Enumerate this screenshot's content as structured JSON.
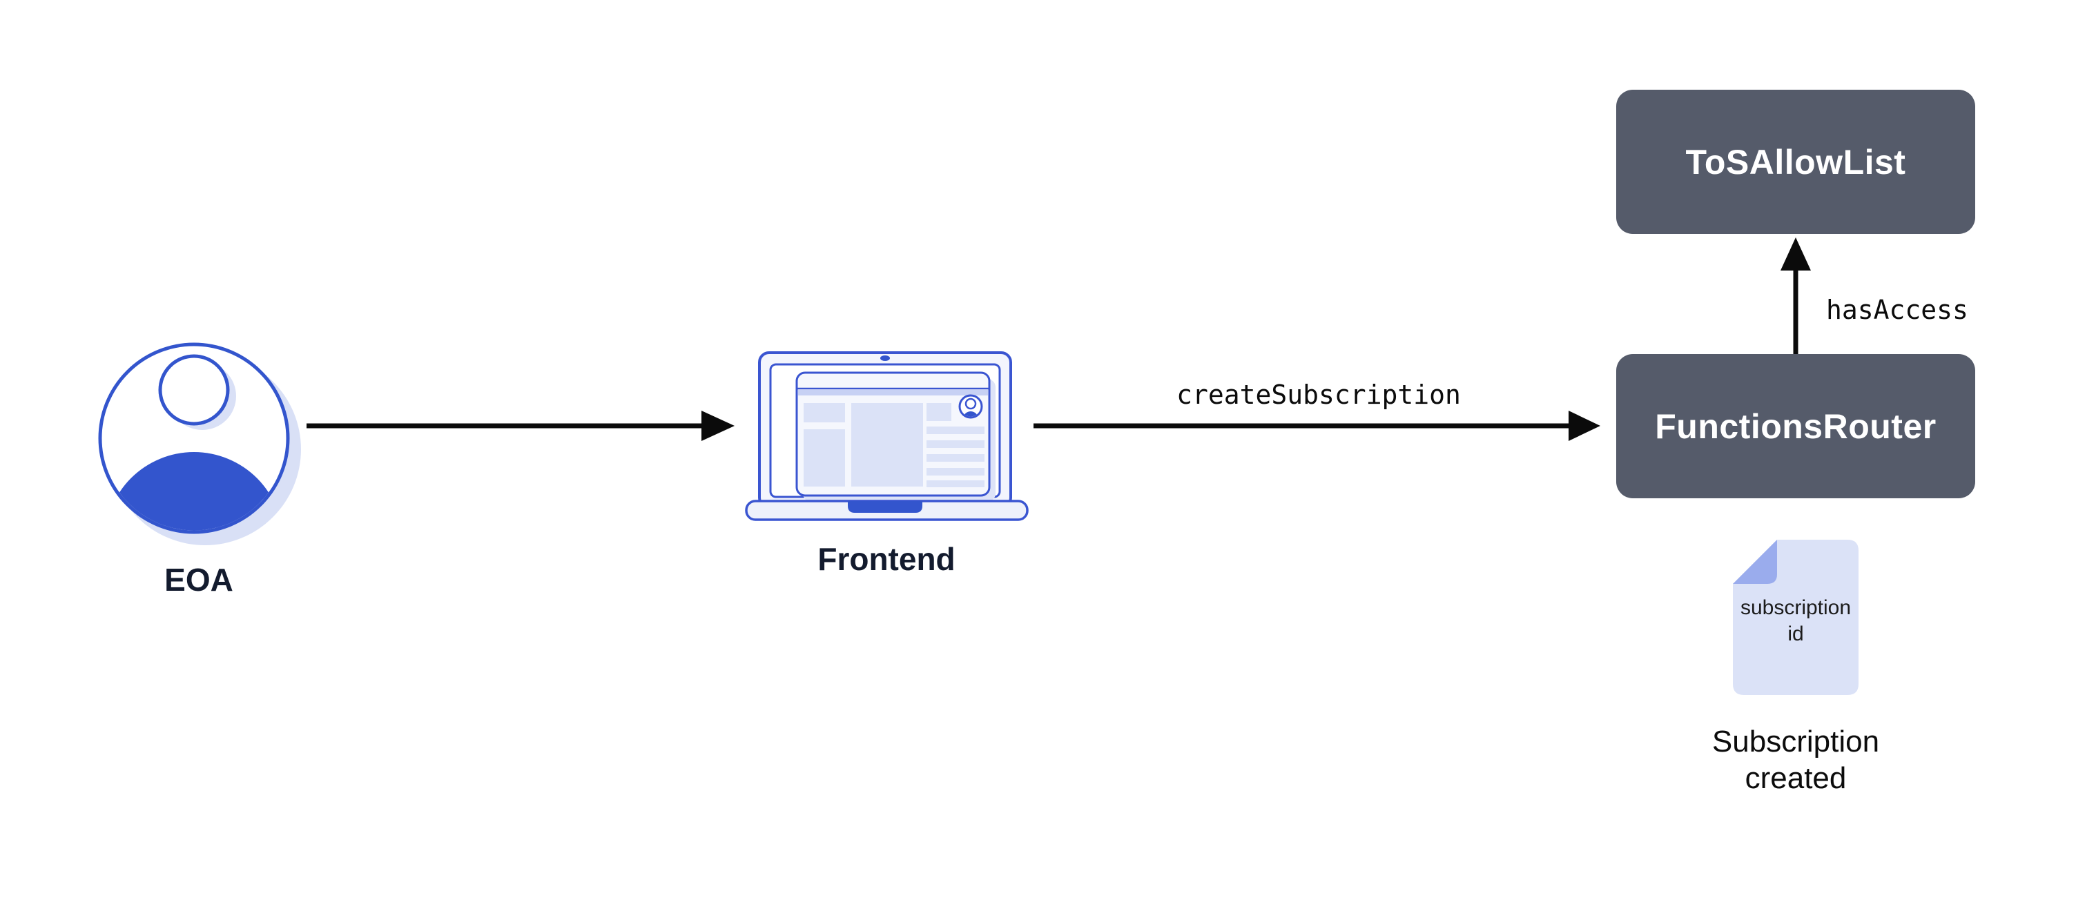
{
  "diagram": {
    "nodes": {
      "eoa": {
        "label": "EOA",
        "icon": "user-avatar-icon"
      },
      "frontend": {
        "label": "Frontend",
        "icon": "laptop-icon"
      },
      "functions_router": {
        "label": "FunctionsRouter",
        "type": "contract-box"
      },
      "tos_allow_list": {
        "label": "ToSAllowList",
        "type": "contract-box"
      }
    },
    "edges": [
      {
        "from": "eoa",
        "to": "frontend",
        "label": ""
      },
      {
        "from": "frontend",
        "to": "functions_router",
        "label": "createSubscription"
      },
      {
        "from": "functions_router",
        "to": "tos_allow_list",
        "label": "hasAccess"
      }
    ],
    "artifact": {
      "icon": "document-icon",
      "doc_text": "subscription id",
      "caption": "Subscription created"
    },
    "colors": {
      "accent_blue": "#3355cd",
      "stroke_blue": "#3a55d1",
      "light_blue_fill": "#dbe2f7",
      "pale_fill": "#f3f5fd",
      "shadow_blue": "#d9e0f6",
      "fold_blue": "#9aaced",
      "strip_blue": "#c7d1f4",
      "box_fill": "#555b6a",
      "box_text": "#ffffff",
      "label_text": "#131b2e",
      "arrow_black": "#0b0b0b",
      "background": "#ffffff"
    }
  }
}
